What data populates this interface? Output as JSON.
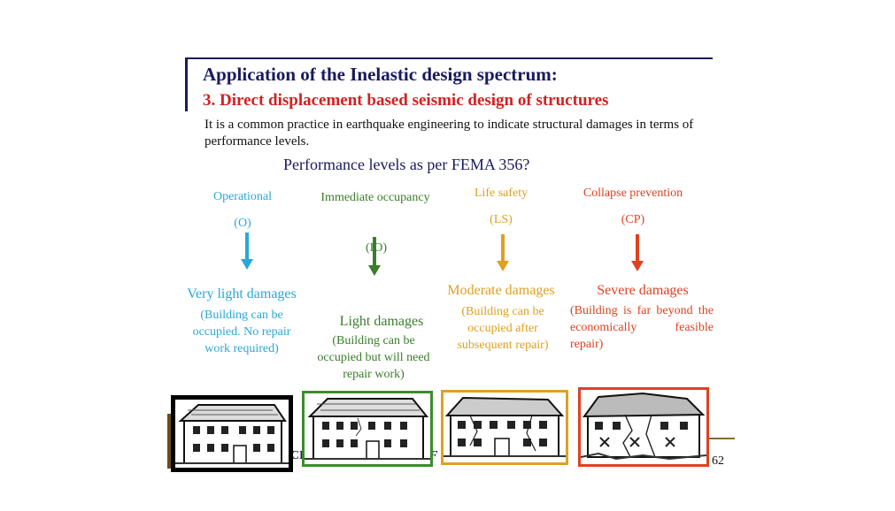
{
  "slide": {
    "title": "Application of the Inelastic design spectrum:",
    "subtitle": "3. Direct displacement based seismic design of structures",
    "intro": "It is a common practice in earthquake engineering to indicate structural damages in terms of performance levels.",
    "heading": "Performance levels as per FEMA 356?",
    "page_number": "62",
    "footer_fragment_left": "CE",
    "footer_fragment_right": "F"
  },
  "levels": [
    {
      "name": "Operational",
      "abbr": "(O)",
      "damage": "Very light damages",
      "desc": "(Building can be occupied. No repair work required)",
      "color": "#2aa8d8",
      "frame_color": "#000000"
    },
    {
      "name": "Immediate occupancy",
      "abbr": "(IO)",
      "damage": "Light damages",
      "desc": "(Building can be occupied but will need repair work)",
      "color": "#3a7d2a",
      "frame_color": "#3a8d2a"
    },
    {
      "name": "Life safety",
      "abbr": "(LS)",
      "damage": "Moderate damages",
      "desc": "(Building can be occupied after subsequent repair)",
      "color": "#e0a020",
      "frame_color": "#e0a020"
    },
    {
      "name": "Collapse prevention",
      "abbr": "(CP)",
      "damage": "Severe damages",
      "desc": "(Building is far beyond the economically feasible repair)",
      "color": "#e04020",
      "frame_color": "#e04020"
    }
  ]
}
